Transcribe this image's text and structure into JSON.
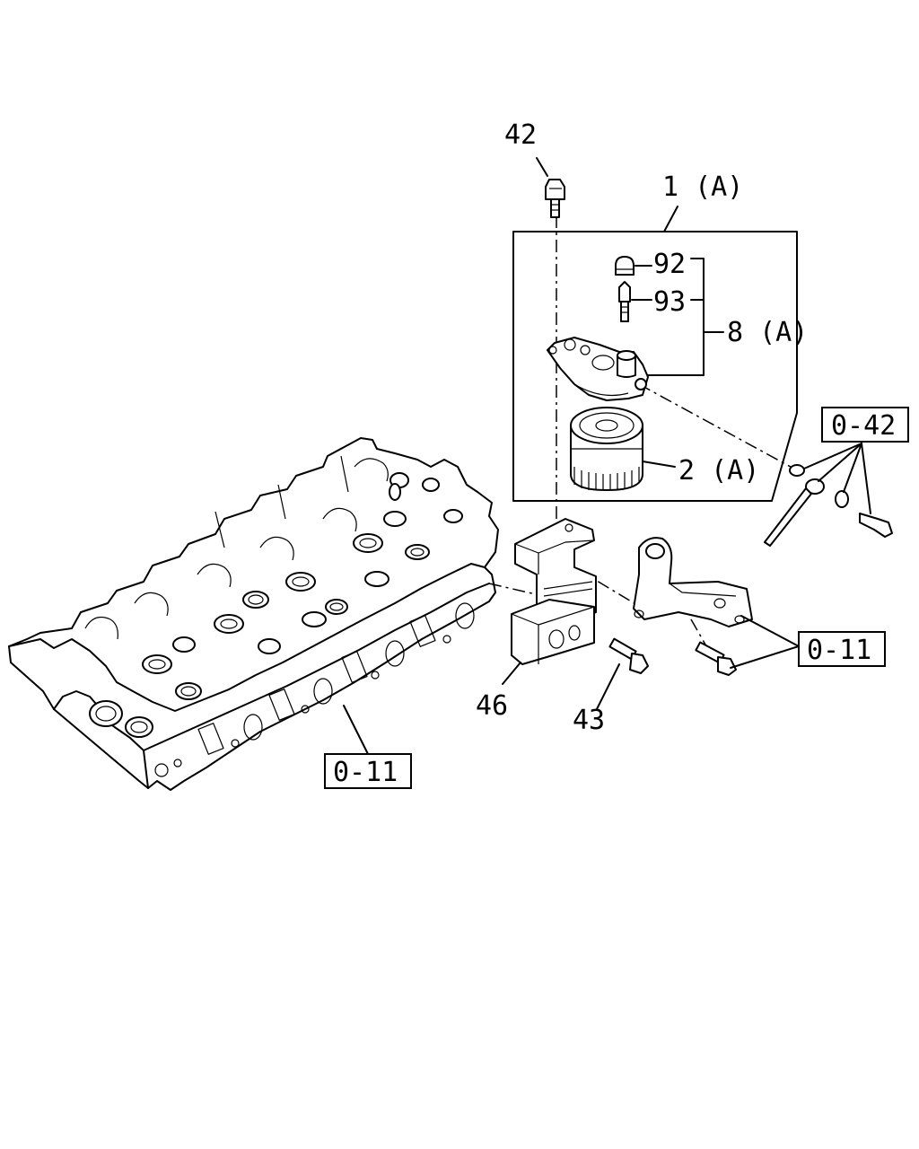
{
  "diagram": {
    "callouts": {
      "c42": "42",
      "c1a": "1 (A)",
      "c92": "92",
      "c93": "93",
      "c8a": "8 (A)",
      "c2a": "2 (A)",
      "c46": "46",
      "c43": "43"
    },
    "references": {
      "ref_042": "0-42",
      "ref_011_right": "0-11",
      "ref_011_bottom": "0-11"
    }
  }
}
